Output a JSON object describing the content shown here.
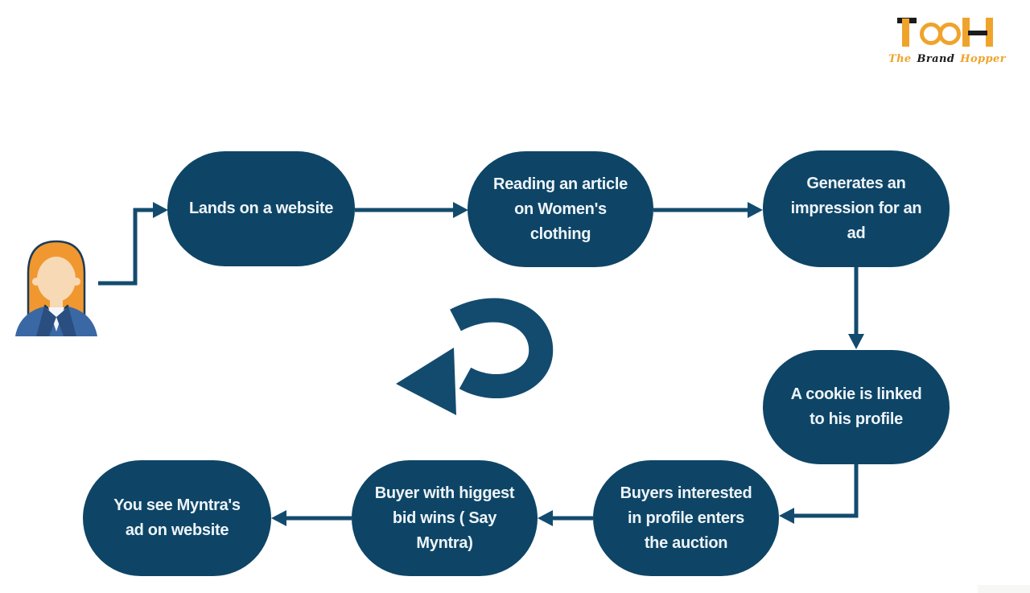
{
  "colors": {
    "node_fill": "#0e4566",
    "node_text": "#eef4f9",
    "arrow": "#134b6e",
    "logo_orange": "#f0a32b",
    "logo_dark": "#1c1c1c",
    "hair": "#f0982f",
    "hair_outline": "#1d3c59",
    "skin": "#f7d9b6",
    "jacket": "#3a68a4",
    "jacket_dark": "#2a4e80",
    "shirt": "#f4f7f9",
    "footer_strip": "#f7f7f5"
  },
  "logo": {
    "monogram": "TH",
    "glasses_symbol": "infinity-glasses",
    "tagline": {
      "word1": "The",
      "word2": "Brand",
      "word3": "Hopper"
    }
  },
  "icons": {
    "visitor": "website-visitor-woman-icon",
    "loop_arrow": "curved-loop-arrow-icon"
  },
  "nodes": [
    {
      "id": "lands",
      "label": "Lands on a website",
      "lines": [
        "Lands on a website"
      ]
    },
    {
      "id": "reading",
      "label": "Reading an article on Women's clothing",
      "lines": [
        "Reading an article",
        "on Women's",
        "clothing"
      ]
    },
    {
      "id": "impression",
      "label": "Generates an impression for an ad",
      "lines": [
        "Generates an",
        "impression for an",
        "ad"
      ]
    },
    {
      "id": "cookie",
      "label": "A cookie is linked to his profile",
      "lines": [
        "A cookie is linked",
        "to his profile"
      ]
    },
    {
      "id": "auction",
      "label": "Buyers interested in profile enters the auction",
      "lines": [
        "Buyers interested",
        "in profile enters",
        "the auction"
      ]
    },
    {
      "id": "winner",
      "label": "Buyer with higgest bid wins ( Say Myntra)",
      "lines": [
        "Buyer with higgest",
        "bid wins ( Say",
        "Myntra)"
      ]
    },
    {
      "id": "see_ad",
      "label": "You see Myntra's ad on website",
      "lines": [
        "You see Myntra's",
        "ad on website"
      ]
    }
  ]
}
